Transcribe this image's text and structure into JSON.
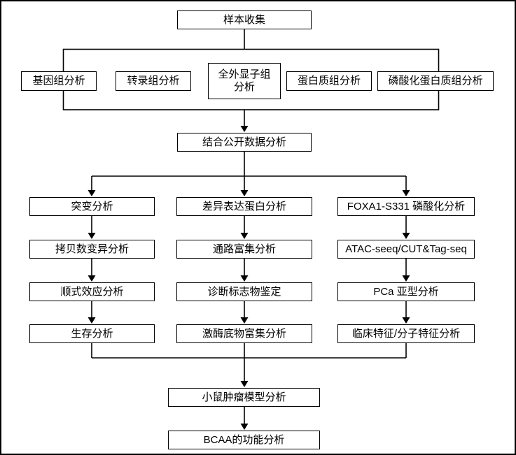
{
  "flowchart": {
    "sample": {
      "label": "样本收集"
    },
    "omics": {
      "genomics": "基因组分析",
      "transcriptomics": "转录组分析",
      "wes": "全外显子组\n分析",
      "proteomics": "蛋白质组分析",
      "phosphoproteomics": "磷酸化蛋白质组分析"
    },
    "public_data": {
      "label": "结合公开数据分析"
    },
    "left_column": {
      "mutation": "突变分析",
      "cnv": "拷贝数变异分析",
      "cis_effect": "顺式效应分析",
      "survival": "生存分析"
    },
    "middle_column": {
      "dep": "差异表达蛋白分析",
      "pathway": "通路富集分析",
      "diagnostic": "诊断标志物鉴定",
      "kinase": "激酶底物富集分析"
    },
    "right_column": {
      "foxa1": "FOXA1-S331 磷酸化分析",
      "atac": "ATAC-seeq/CUT&Tag-seq",
      "pca_subtype": "PCa 亚型分析",
      "clinical": "临床特征/分子特征分析"
    },
    "mouse_model": {
      "label": "小鼠肿瘤模型分析"
    },
    "bcaa": {
      "label": "BCAA的功能分析"
    }
  },
  "colors": {
    "line": "#000000",
    "box_fill": "#ffffff",
    "text": "#000000"
  }
}
